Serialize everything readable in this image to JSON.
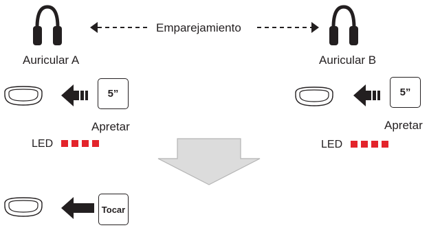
{
  "pairing_label": "Emparejamiento",
  "headset_a": {
    "label": "Auricular A",
    "duration": "5”",
    "press_label": "Apretar",
    "led_label": "LED",
    "led_count": 4
  },
  "headset_b": {
    "label": "Auricular B",
    "duration": "5”",
    "press_label": "Apretar",
    "led_label": "LED",
    "led_count": 4
  },
  "tap_label": "Tocar",
  "colors": {
    "line": "#231f20",
    "led": "#e3242b",
    "big_arrow_fill": "#dcdcdc",
    "big_arrow_stroke": "#b5b5b5"
  },
  "icons": [
    "headphones-icon",
    "button-pad-icon",
    "arrow-left-icon",
    "dashed-double-arrow-icon",
    "down-arrow-icon"
  ]
}
